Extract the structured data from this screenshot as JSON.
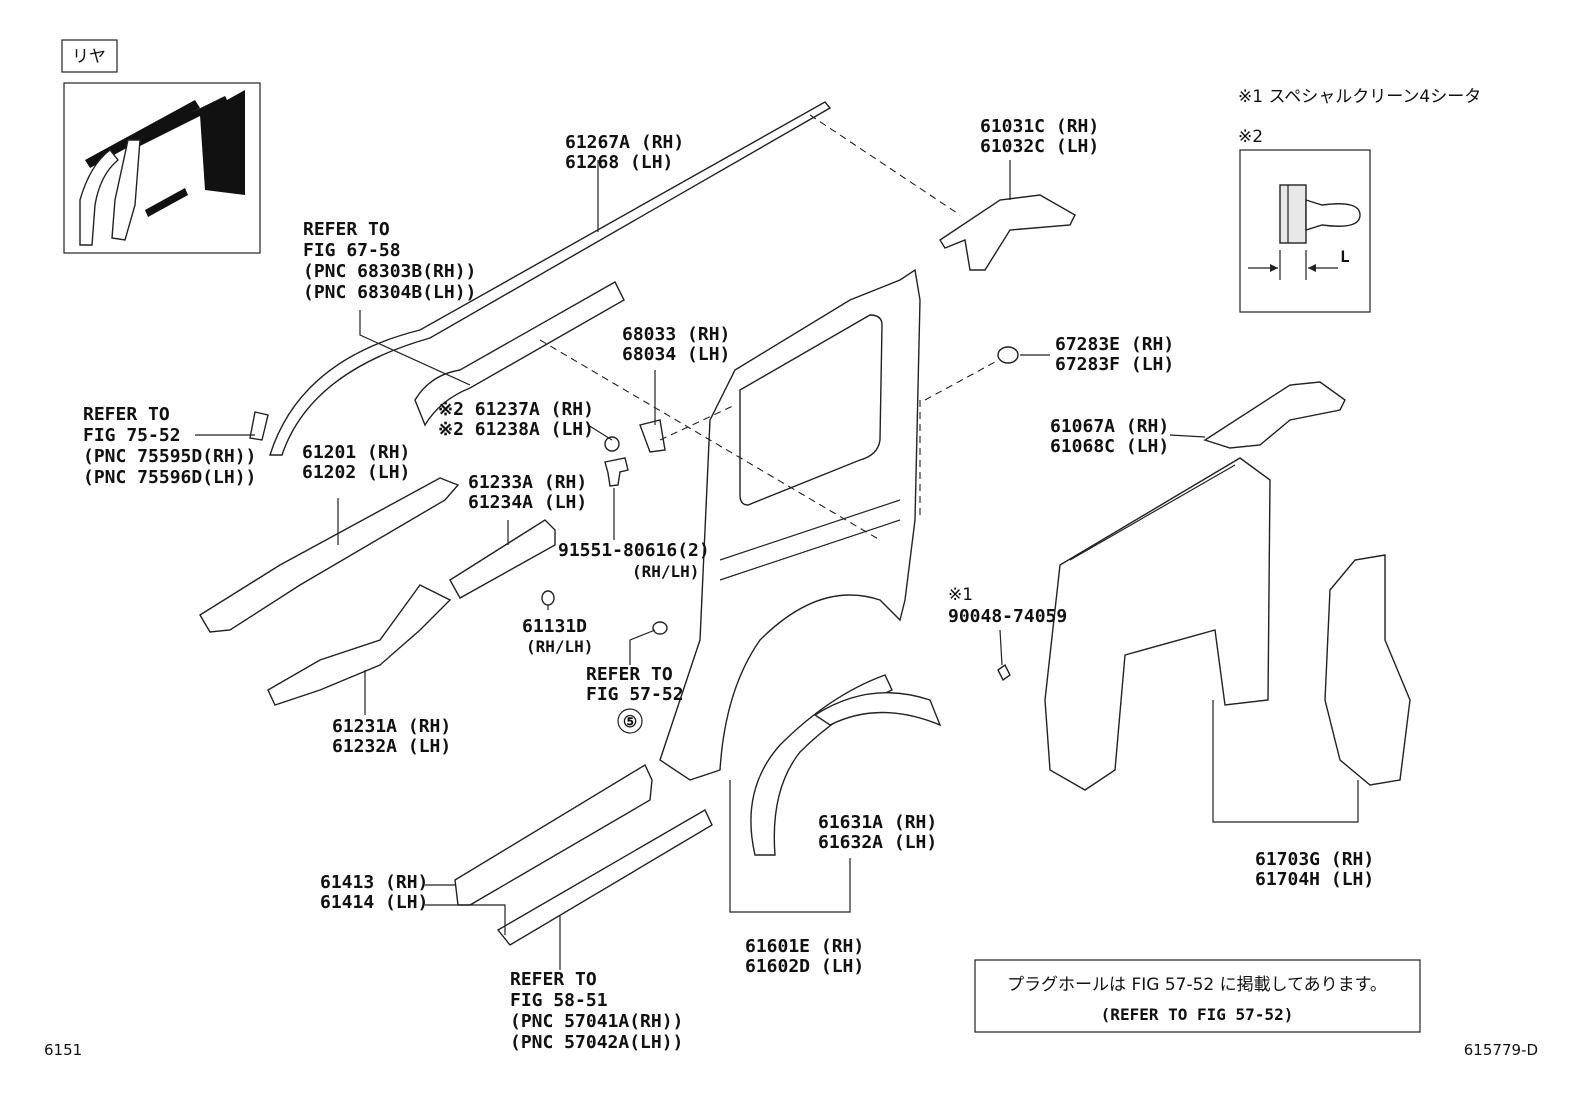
{
  "corner_tag": "リヤ",
  "footnotes": {
    "note1": "※1 スペシャルクリーン4シータ",
    "note2": "※2"
  },
  "dimension_label": "L",
  "circled_ref": "⑤",
  "parts": {
    "p61267": [
      "61267A (RH)",
      "61268  (LH)"
    ],
    "p61031": [
      "61031C (RH)",
      "61032C (LH)"
    ],
    "p67283": [
      "67283E (RH)",
      "67283F (LH)"
    ],
    "p61067": [
      "61067A (RH)",
      "61068C (LH)"
    ],
    "p68033": [
      "68033 (RH)",
      "68034 (LH)"
    ],
    "p61237": [
      "※2 61237A (RH)",
      "※2 61238A (LH)"
    ],
    "p61201": [
      "61201 (RH)",
      "61202 (LH)"
    ],
    "p61233": [
      "61233A (RH)",
      "61234A (LH)"
    ],
    "p91551": [
      "91551-80616(2)",
      "(RH/LH)"
    ],
    "p61131": [
      "61131D",
      "(RH/LH)"
    ],
    "p61231": [
      "61231A (RH)",
      "61232A (LH)"
    ],
    "p90048": [
      "※1",
      "90048-74059"
    ],
    "p61631": [
      "61631A (RH)",
      "61632A (LH)"
    ],
    "p61601": [
      "61601E (RH)",
      "61602D (LH)"
    ],
    "p61413": [
      "61413 (RH)",
      "61414 (LH)"
    ],
    "p61703": [
      "61703G (RH)",
      "61704H (LH)"
    ]
  },
  "refers": {
    "ref6758": [
      "REFER TO",
      "FIG 67-58",
      "(PNC 68303B(RH))",
      "(PNC 68304B(LH))"
    ],
    "ref7552": [
      "REFER TO",
      "FIG 75-52",
      "(PNC 75595D(RH))",
      "(PNC 75596D(LH))"
    ],
    "ref5752": [
      "REFER TO",
      "FIG 57-52"
    ],
    "ref5851": [
      "REFER TO",
      "FIG 58-51",
      "(PNC 57041A(RH))",
      "(PNC 57042A(LH))"
    ]
  },
  "plug_note": {
    "line1": "プラグホールは FIG 57-52 に掲載してあります。",
    "line2": "(REFER TO FIG 57-52)"
  },
  "page_number": "6151",
  "figure_code": "615779-D"
}
